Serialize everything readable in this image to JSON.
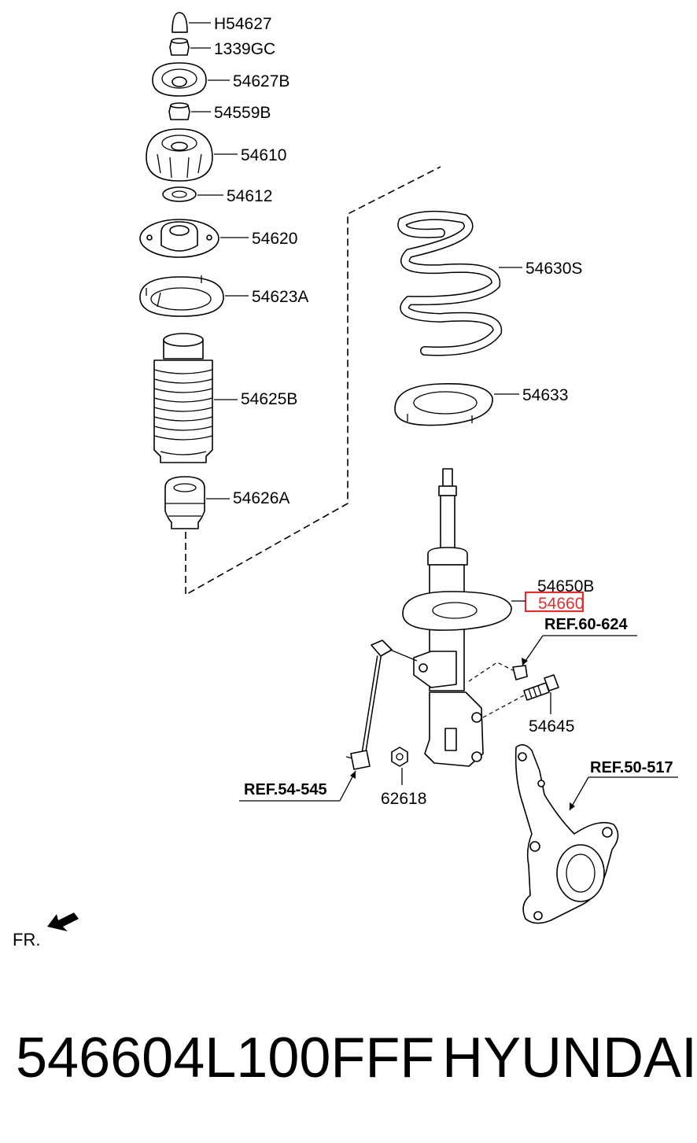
{
  "parts": {
    "h54627": "H54627",
    "p1339gc": "1339GC",
    "p54627b": "54627B",
    "p54559b": "54559B",
    "p54610": "54610",
    "p54612": "54612",
    "p54620": "54620",
    "p54623a": "54623A",
    "p54625b": "54625B",
    "p54626a": "54626A",
    "p54630s": "54630S",
    "p54633": "54633",
    "p54650b": "54650B",
    "p54660": "54660",
    "p54645": "54645",
    "p62618": "62618"
  },
  "refs": {
    "ref60624": "REF.60-624",
    "ref54545": "REF.54-545",
    "ref50517": "REF.50-517"
  },
  "direction": "FR.",
  "footer": {
    "part_number": "546604L100FFF",
    "brand": "HYUNDAI"
  },
  "colors": {
    "highlight": "#e03030"
  }
}
